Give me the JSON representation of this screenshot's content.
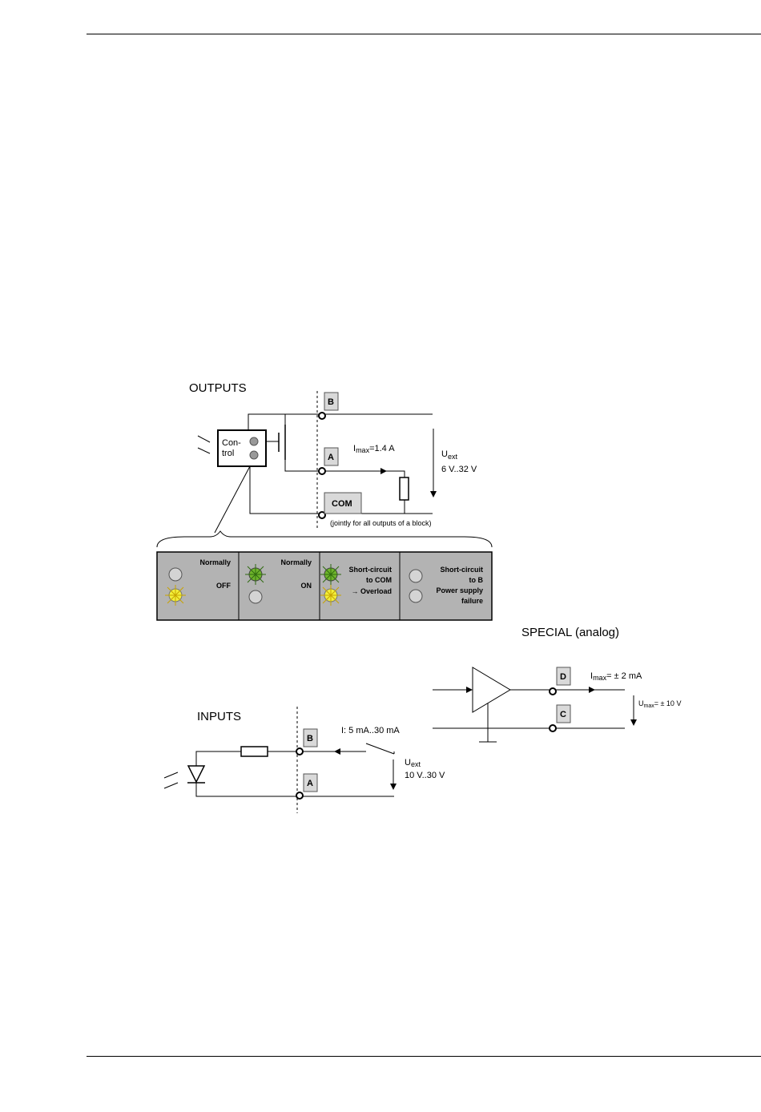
{
  "outputs": {
    "heading": "OUTPUTS",
    "control_label_line1": "Con-",
    "control_label_line2": "trol",
    "terminal_b": "B",
    "terminal_a": "A",
    "terminal_com": "COM",
    "imax_prefix": "I",
    "imax_sub": "max",
    "imax_value": "=1.4 A",
    "uext_prefix": "U",
    "uext_sub": "ext",
    "uext_range": "6 V..32 V",
    "com_note": "(jointly for all outputs of a block)"
  },
  "status_panel": {
    "colors": {
      "bg": "#b3b3b3",
      "green": "#6fb52b",
      "yellow": "#f2ef3a",
      "grey_led": "#d4d4d4"
    },
    "cells": [
      {
        "line1": "Normally",
        "line2": "OFF"
      },
      {
        "line1": "Normally",
        "line2": "ON"
      },
      {
        "line1": "Short-circuit",
        "line2": "to COM",
        "line3": "→ Overload"
      },
      {
        "line1": "Short-circuit",
        "line2": "to B",
        "line3": "Power supply",
        "line4": "failure"
      }
    ]
  },
  "special": {
    "heading": "SPECIAL (analog)",
    "terminal_d": "D",
    "terminal_c": "C",
    "imax_prefix": "I",
    "imax_sub": "max",
    "imax_value": "= ± 2 mA",
    "umax_prefix": "U",
    "umax_sub": "max",
    "umax_value": "= ± 10 V"
  },
  "inputs": {
    "heading": "INPUTS",
    "terminal_b": "B",
    "terminal_a": "A",
    "current_range": "I: 5 mA..30 mA",
    "uext_prefix": "U",
    "uext_sub": "ext",
    "uext_range": "10 V..30 V"
  }
}
